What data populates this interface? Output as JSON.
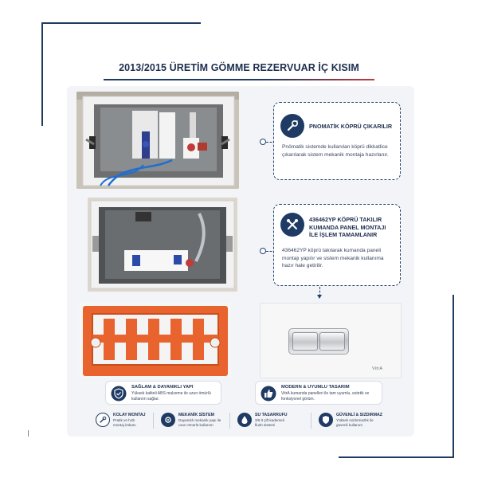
{
  "title": "2013/2015 ÜRETİM GÖMME REZERVUAR İÇ KISIM",
  "colors": {
    "navy": "#1f3a63",
    "accent_red": "#c23a3a",
    "frame_orange": "#e8632d",
    "panel_bg": "#f2f4f7"
  },
  "callouts": [
    {
      "icon": "wrench-icon",
      "heading": "PNOMATİK KÖPRÜ ÇIKARILIR",
      "body": "Pnömatik sistemde kullanılan köprü dikkatlice çıkarılarak sistem mekanik montaja hazırlanır."
    },
    {
      "icon": "tools-icon",
      "heading": "436462YP KÖPRÜ TAKILIR KUMANDA PANEL MONTAJI İLE İŞLEM TAMAMLANIR",
      "body": "436462YP köprü takılarak kumanda paneli montajı yapılır ve sistem mekanik kullanıma hazır hale getirilir."
    }
  ],
  "features": [
    {
      "icon": "shield-check-icon",
      "title": "SAĞLAM & DAYANIKLI YAPI",
      "desc": "Yüksek kaliteli ABS malzeme ile uzun ömürlü kullanım sağlar."
    },
    {
      "icon": "thumbs-up-icon",
      "title": "MODERN & UYUMLU TASARIM",
      "desc": "VitrA kumanda panelleri ile tam uyumlu, estetik ve fonksiyonel görüm."
    }
  ],
  "bottom_items": [
    {
      "icon": "wrench-icon",
      "title": "KOLAY MONTAJ",
      "desc": "Pratik ve hızlı montaj imkanı"
    },
    {
      "icon": "gear-icon",
      "title": "MEKANİK SİSTEM",
      "desc": "Dayanıklı mekanik yapı ile uzun ömürlü kullanım"
    },
    {
      "icon": "water-drop-icon",
      "title": "SU TASARRUFU",
      "desc": "3/6 lt çift kademeli flush sistemi"
    },
    {
      "icon": "shield-icon",
      "title": "GÜVENLİ & SIZDIRMAZ",
      "desc": "Yüksek sızdırmazlık ile güvenli kullanım"
    }
  ],
  "brand": "VitrA"
}
